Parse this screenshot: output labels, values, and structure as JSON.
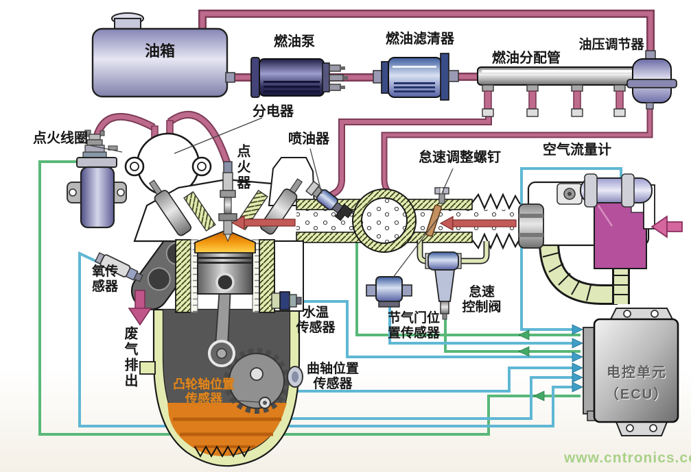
{
  "labels": {
    "fuel_tank": "油箱",
    "fuel_pump": "燃油泵",
    "fuel_filter": "燃油滤清器",
    "fuel_rail": "燃油分配管",
    "pressure_regulator": "油压调节器",
    "distributor": "分电器",
    "ignition_coil": "点火线圈",
    "igniter": "点火器",
    "injector": "喷油器",
    "idle_adjust_screw": "怠速调整螺钉",
    "air_flow_meter": "空气流量计",
    "oxygen_sensor": {
      "l1": "氧传",
      "l2": "感器"
    },
    "exhaust_out": "废气排出",
    "water_temp_sensor": {
      "l1": "水温",
      "l2": "传感器"
    },
    "camshaft_position_sensor": {
      "l1": "凸轮轴位置",
      "l2": "传感器"
    },
    "crankshaft_position_sensor": {
      "l1": "曲轴位置",
      "l2": "传感器"
    },
    "throttle_position_sensor": {
      "l1": "节气门位",
      "l2": "置传感器"
    },
    "idle_control_valve": {
      "l1": "怠速",
      "l2": "控制阀"
    },
    "ecu": {
      "l1": "电控单元",
      "l2": "（ECU）"
    }
  },
  "watermark": "www.cntronics.com",
  "colors": {
    "fuel_line": "#bd6a8d",
    "sensor_wire": "#5fb7d4",
    "control_wire": "#58b878",
    "air_arrow": "#c25a58",
    "intake_arrow": "#d4679d",
    "afm_chamber": "#b5509c",
    "cam_label": "#e0861e",
    "combustion": "#f0a020",
    "oil": "#dd7d1c",
    "watermark": "#a9d189"
  }
}
